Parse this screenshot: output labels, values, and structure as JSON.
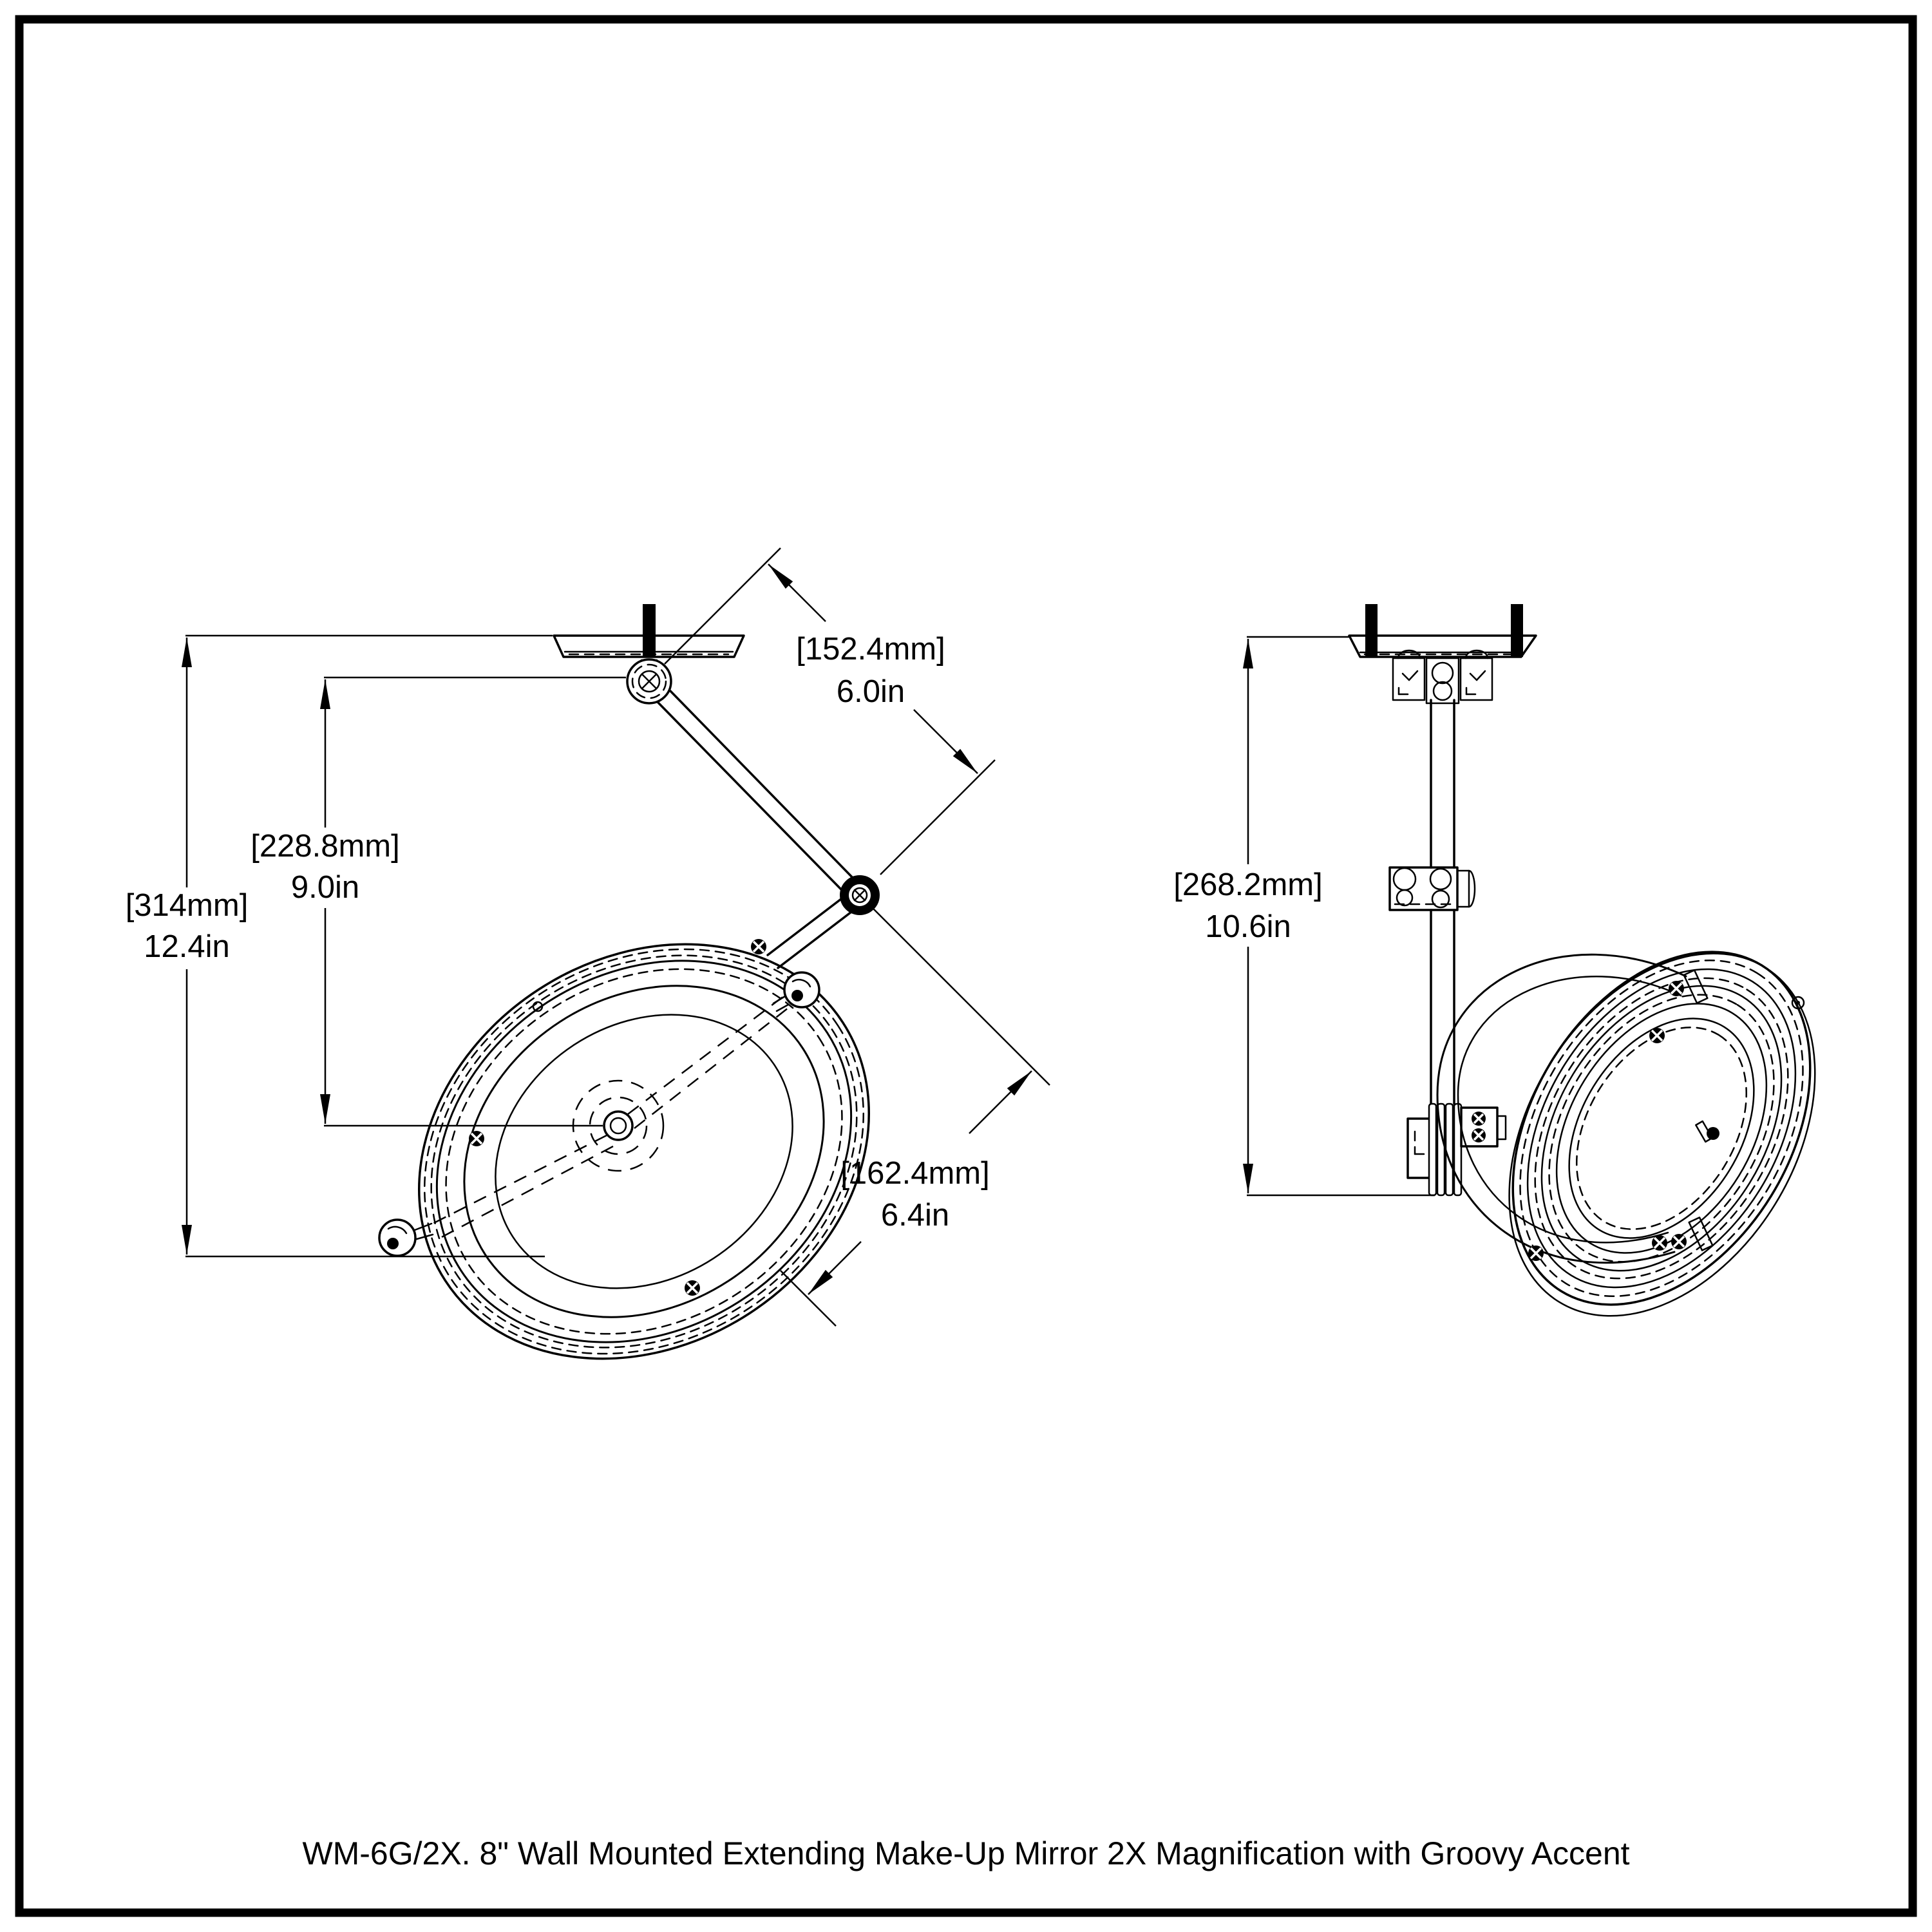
{
  "caption": "WM-6G/2X. 8\" Wall Mounted Extending Make-Up Mirror 2X Magnification with Groovy Accent",
  "colors": {
    "line": "#000000",
    "background": "#ffffff"
  },
  "dimensions": {
    "arm_length": {
      "metric": "[152.4mm]",
      "imperial": "6.0in"
    },
    "drop_height": {
      "metric": "[228.8mm]",
      "imperial": "9.0in"
    },
    "overall_height": {
      "metric": "[314mm]",
      "imperial": "12.4in"
    },
    "mirror_diameter": {
      "metric": "[162.4mm]",
      "imperial": "6.4in"
    },
    "side_height": {
      "metric": "[268.2mm]",
      "imperial": "10.6in"
    }
  }
}
